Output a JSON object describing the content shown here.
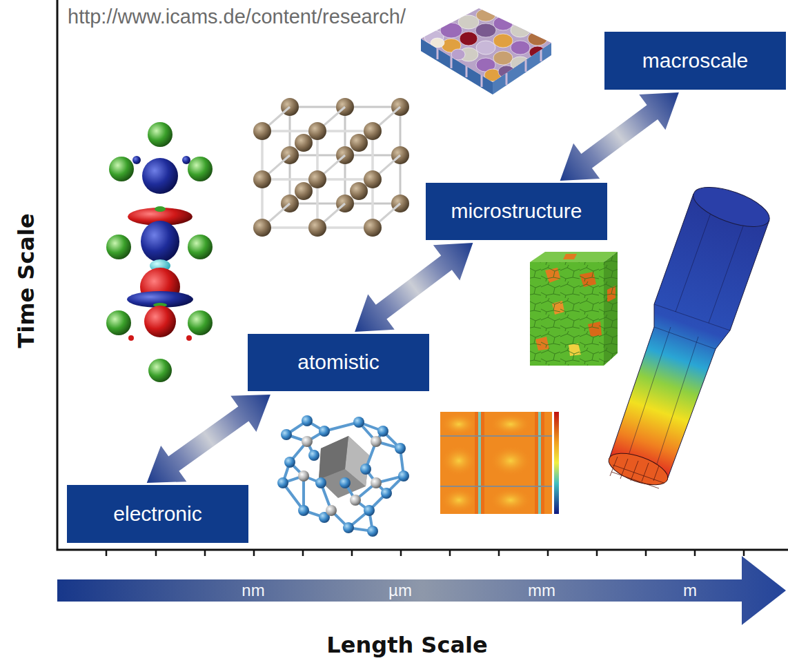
{
  "diagram": {
    "nodes": [
      {
        "text": [
          "electronic"
        ]
      },
      {
        "text": [
          "atomistic"
        ]
      },
      {
        "text": [
          "microstructure"
        ]
      },
      {
        "text": [
          "macroscale"
        ]
      }
    ],
    "edges": [
      {
        "from": 0,
        "to": 1,
        "arrow": "both"
      },
      {
        "from": 1,
        "to": 2,
        "arrow": "both"
      },
      {
        "from": 2,
        "to": 3,
        "arrow": "both"
      }
    ],
    "labels": [
      "http://www.icams.de/content/research/",
      "Time Scale",
      "Length Scale",
      "nm",
      "µm",
      "mm",
      "m"
    ]
  }
}
